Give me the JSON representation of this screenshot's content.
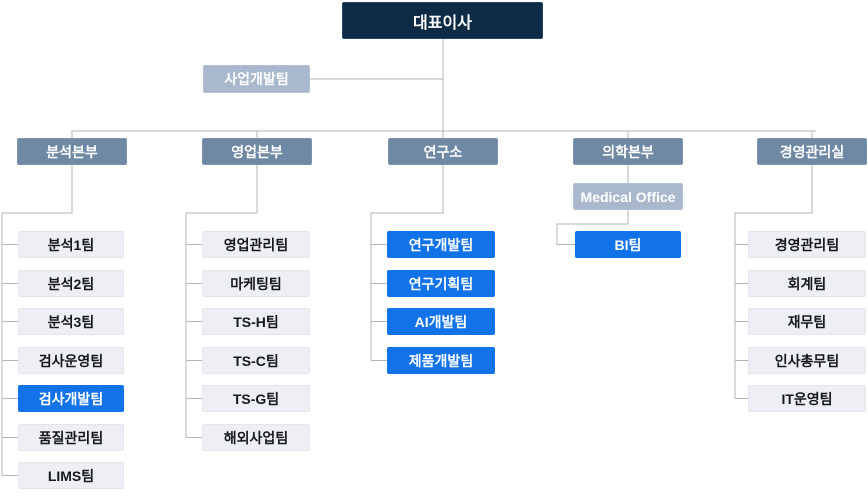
{
  "org_chart": {
    "root": {
      "label": "대표이사"
    },
    "staff_team": {
      "label": "사업개발팀"
    },
    "divisions": [
      {
        "header": "분석본부",
        "teams": [
          {
            "label": "분석1팀",
            "emphasis": false
          },
          {
            "label": "분석2팀",
            "emphasis": false
          },
          {
            "label": "분석3팀",
            "emphasis": false
          },
          {
            "label": "검사운영팀",
            "emphasis": false
          },
          {
            "label": "검사개발팀",
            "emphasis": true
          },
          {
            "label": "품질관리팀",
            "emphasis": false
          },
          {
            "label": "LIMS팀",
            "emphasis": false
          }
        ]
      },
      {
        "header": "영업본부",
        "teams": [
          {
            "label": "영업관리팀",
            "emphasis": false
          },
          {
            "label": "마케팅팀",
            "emphasis": false
          },
          {
            "label": "TS-H팀",
            "emphasis": false
          },
          {
            "label": "TS-C팀",
            "emphasis": false
          },
          {
            "label": "TS-G팀",
            "emphasis": false
          },
          {
            "label": "해외사업팀",
            "emphasis": false
          }
        ]
      },
      {
        "header": "연구소",
        "teams": [
          {
            "label": "연구개발팀",
            "emphasis": true
          },
          {
            "label": "연구기획팀",
            "emphasis": true
          },
          {
            "label": "AI개발팀",
            "emphasis": true
          },
          {
            "label": "제품개발팀",
            "emphasis": true
          }
        ]
      },
      {
        "header": "의학본부",
        "teams": [
          {
            "label": "Medical Office",
            "emphasis": false
          },
          {
            "label": "BI팀",
            "emphasis": true
          }
        ]
      },
      {
        "header": "경영관리실",
        "teams": [
          {
            "label": "경영관리팀",
            "emphasis": false
          },
          {
            "label": "회계팀",
            "emphasis": false
          },
          {
            "label": "재무팀",
            "emphasis": false
          },
          {
            "label": "인사총무팀",
            "emphasis": false
          },
          {
            "label": "IT운영팀",
            "emphasis": false
          }
        ]
      }
    ],
    "colors": {
      "root_bg": "#0e2b46",
      "division_header_bg": "#6f88a4",
      "sub_header_bg": "#a9b8cd",
      "team_bg": "#edeff4",
      "highlight_bg": "#1273e8",
      "connector_line": "#b4b4b4"
    }
  }
}
